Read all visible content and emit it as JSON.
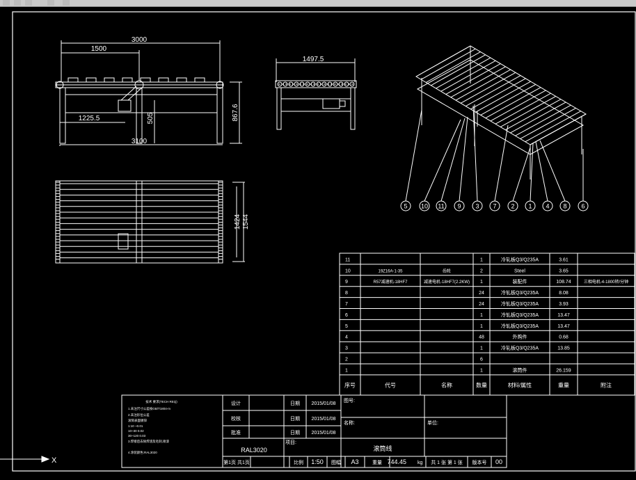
{
  "drawing": {
    "front_view": {
      "dim_overall": "3000",
      "dim_half": "1500",
      "dim_height": "867.6",
      "dim_motor_height": "505",
      "dim_motor_offset": "1225.5",
      "dim_base": "3100"
    },
    "side_view": {
      "dim_width": "1497.5"
    },
    "top_view": {
      "dim_inner": "1424",
      "dim_outer": "1544"
    },
    "iso_callouts": [
      "5",
      "10",
      "11",
      "9",
      "3",
      "7",
      "2",
      "1",
      "4",
      "8",
      "6"
    ]
  },
  "bom": {
    "rows": [
      {
        "no": "11",
        "code": "",
        "name": "",
        "qty": "1",
        "material": "冷轧板Q3/Q235A",
        "weight": "3.61",
        "note": ""
      },
      {
        "no": "10",
        "code": "19Z16A-1-35",
        "name": "齿轮",
        "qty": "2",
        "material": "Steel",
        "weight": "3.65",
        "note": ""
      },
      {
        "no": "9",
        "code": "R57减速机-18HF7",
        "name": "减速电机-18HF7(2.2KW)",
        "qty": "1",
        "material": "装配件",
        "weight": "108.74",
        "note": "三相电机-4-1800转/分钟"
      },
      {
        "no": "8",
        "code": "",
        "name": "",
        "qty": "24",
        "material": "冷轧板Q3/Q235A",
        "weight": "8.08",
        "note": ""
      },
      {
        "no": "7",
        "code": "",
        "name": "",
        "qty": "24",
        "material": "冷轧板Q3/Q235A",
        "weight": "3.93",
        "note": ""
      },
      {
        "no": "6",
        "code": "",
        "name": "",
        "qty": "1",
        "material": "冷轧板Q3/Q235A",
        "weight": "13.47",
        "note": ""
      },
      {
        "no": "5",
        "code": "",
        "name": "",
        "qty": "1",
        "material": "冷轧板Q3/Q235A",
        "weight": "13.47",
        "note": ""
      },
      {
        "no": "4",
        "code": "",
        "name": "",
        "qty": "48",
        "material": "外购件",
        "weight": "0.68",
        "note": ""
      },
      {
        "no": "3",
        "code": "",
        "name": "",
        "qty": "1",
        "material": "冷轧板Q3/Q235A",
        "weight": "13.85",
        "note": ""
      },
      {
        "no": "2",
        "code": "",
        "name": "",
        "qty": "6",
        "material": "",
        "weight": "",
        "note": ""
      },
      {
        "no": "1",
        "code": "",
        "name": "",
        "qty": "1",
        "material": "滚筒件",
        "weight": "26.159",
        "note": ""
      }
    ],
    "header": {
      "no": "序号",
      "code": "代号",
      "name": "名称",
      "qty": "数量",
      "material": "材料/属性",
      "weight": "重量",
      "note": "附注"
    }
  },
  "title_block": {
    "notes": [
      "技术 要求(TECH REQ)",
      "1.未注尺寸公差按GB/T1804-m",
      "2.未注形位公差",
      "滚筒表面镀锌",
      "1:10 ~0.01",
      "10~30  0.02",
      "30~120 0.03",
      "3.焊接后去除焊渣及毛刺,喷漆",
      "4.涂装颜色:RAL3020"
    ],
    "designer_label": "设计",
    "checker_label": "校核",
    "approver_label": "批准",
    "date_label": "日期",
    "date1": "2015/01/08",
    "date2": "2015/01/08",
    "date3": "2015/01/08",
    "drawing_no_label": "图号:",
    "part_name_label": "名称:",
    "company_label": "单位:",
    "project_label": "项目:",
    "color": "RAL3020",
    "title": "滚筒线",
    "sheet_label": "第1页 共1页",
    "scale_label": "比例",
    "scale": "1:50",
    "size_label": "图幅",
    "size": "A3",
    "weight_label": "重量",
    "weight": "744.45",
    "weight_unit": "kg",
    "sheet_count_label": "共 1 张 第 1 张",
    "version_label": "版本号",
    "version": "00"
  },
  "ucs": {
    "x_label": "X"
  },
  "colors": {
    "line": "#ffffff",
    "bg": "#000000",
    "frame": "#ffffff"
  }
}
